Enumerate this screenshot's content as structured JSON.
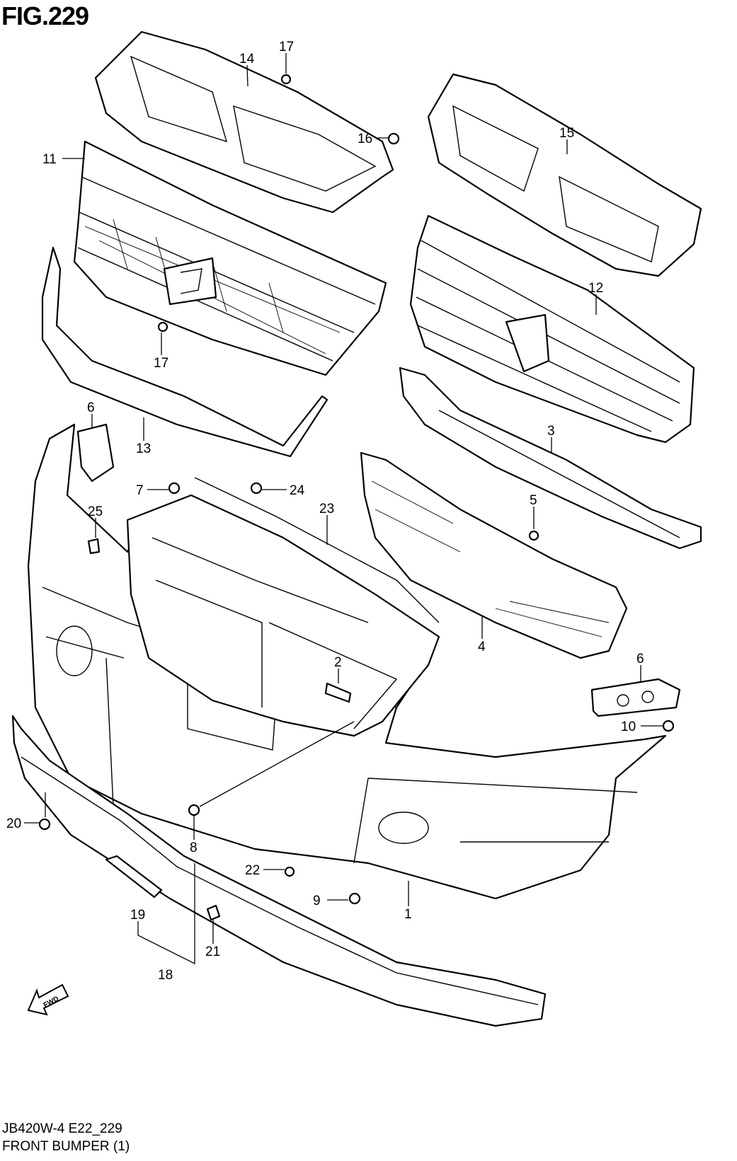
{
  "figure_title": "FIG.229",
  "footer": {
    "code": "JB420W-4 E22_229",
    "caption": "FRONT BUMPER (1)"
  },
  "fwd_label": "FWD",
  "callouts": [
    "14",
    "17",
    "16",
    "15",
    "11",
    "12",
    "17",
    "6",
    "13",
    "3",
    "7",
    "24",
    "25",
    "23",
    "5",
    "4",
    "2",
    "6",
    "10",
    "20",
    "8",
    "22",
    "9",
    "1",
    "19",
    "21",
    "18"
  ]
}
